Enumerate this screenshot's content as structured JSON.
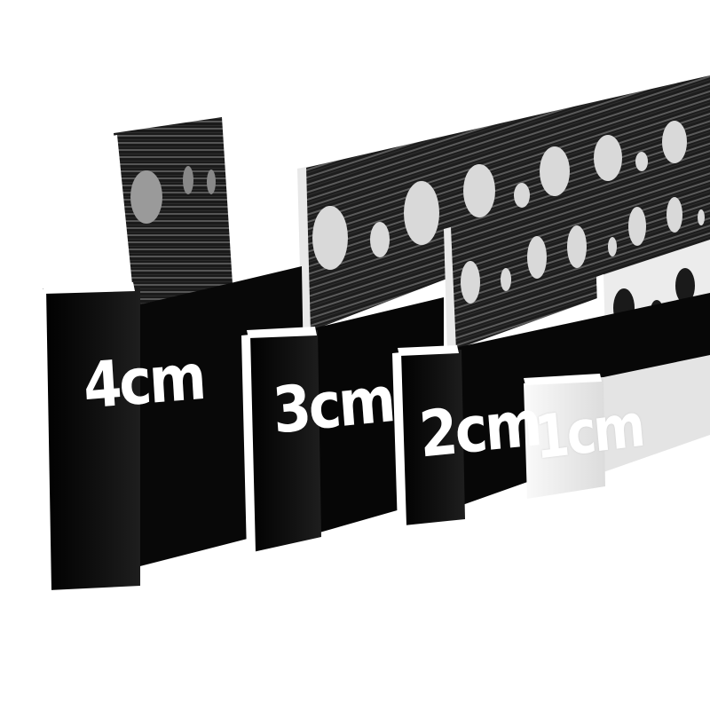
{
  "product": {
    "background_color": "#ffffff",
    "profiles": [
      {
        "label": "4cm",
        "finish": "black",
        "label_color": "#ffffff"
      },
      {
        "label": "3cm",
        "finish": "black",
        "label_color": "#ffffff"
      },
      {
        "label": "2cm",
        "finish": "black",
        "label_color": "#ffffff"
      },
      {
        "label": "1cm",
        "finish": "white",
        "label_color": "#ffffff"
      }
    ],
    "colors": {
      "black_face": "#0a0a0a",
      "black_fin": "#222222",
      "white_face": "#f4f4f4",
      "white_fin": "#e6e6e6",
      "edge": "#ffffff",
      "hole": "#cfcfcf"
    }
  }
}
